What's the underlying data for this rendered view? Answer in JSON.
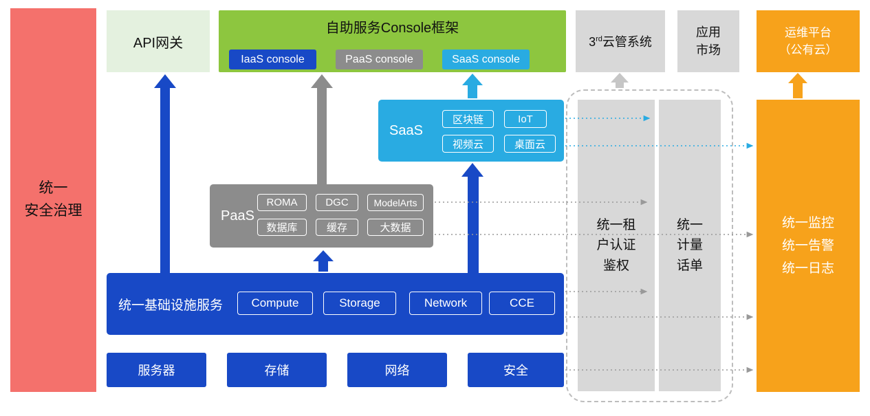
{
  "colors": {
    "red": "#F4716C",
    "api_green": "#E4F1DF",
    "green": "#8DC63F",
    "blue": "#1849C6",
    "gray": "#8C8C8C",
    "light_gray": "#D8D8D8",
    "cyan": "#29ABE2",
    "orange": "#F7A21B"
  },
  "left_bar": {
    "label": "统一\n安全治理"
  },
  "top": {
    "api_gateway": "API网关",
    "console": {
      "title": "自助服务Console框架",
      "items": [
        "IaaS console",
        "PaaS console",
        "SaaS console"
      ]
    },
    "third_party": {
      "num": "3",
      "sup": "rd",
      "text": "云管系统"
    },
    "app_market": "应用\n市场",
    "om_platform": "运维平台\n（公有云）"
  },
  "saas": {
    "label": "SaaS",
    "items": [
      "区块链",
      "IoT",
      "视频云",
      "桌面云"
    ]
  },
  "paas": {
    "label": "PaaS",
    "items": [
      "ROMA",
      "DGC",
      "ModelArts",
      "数据库",
      "缓存",
      "大数据"
    ]
  },
  "iaas": {
    "label": "统一基础设施服务",
    "items": [
      "Compute",
      "Storage",
      "Network",
      "CCE"
    ]
  },
  "hardware": [
    "服务器",
    "存储",
    "网络",
    "安全"
  ],
  "right": {
    "auth": "统一租\n户认证\n鉴权",
    "metering": "统一\n计量\n话单",
    "om": "统一监控\n统一告警\n统一日志"
  }
}
